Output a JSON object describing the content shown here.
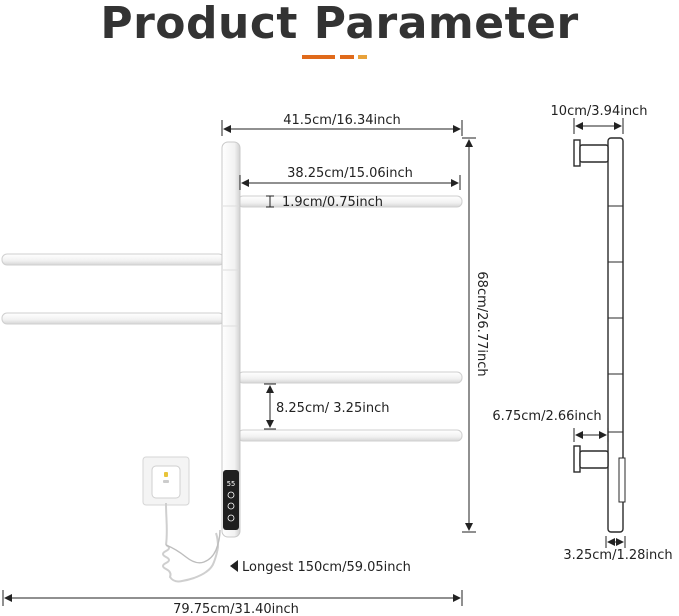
{
  "title": "Product Parameter",
  "accent_colors": [
    "#e06a1b",
    "#e8a23a"
  ],
  "dimensions": {
    "overall_width": "41.5cm/16.34inch",
    "bar_length": "38.25cm/15.06inch",
    "bar_diameter": "1.9cm/0.75inch",
    "height": "68cm/26.77inch",
    "bar_spacing": "8.25cm/ 3.25inch",
    "cable_length": "Longest 150cm/59.05inch",
    "total_span": "79.75cm/31.40inch",
    "side_depth": "10cm/3.94inch",
    "side_bracket": "6.75cm/2.66inch",
    "side_tube": "3.25cm/1.28inch"
  },
  "control_panel": {
    "display": "55"
  }
}
